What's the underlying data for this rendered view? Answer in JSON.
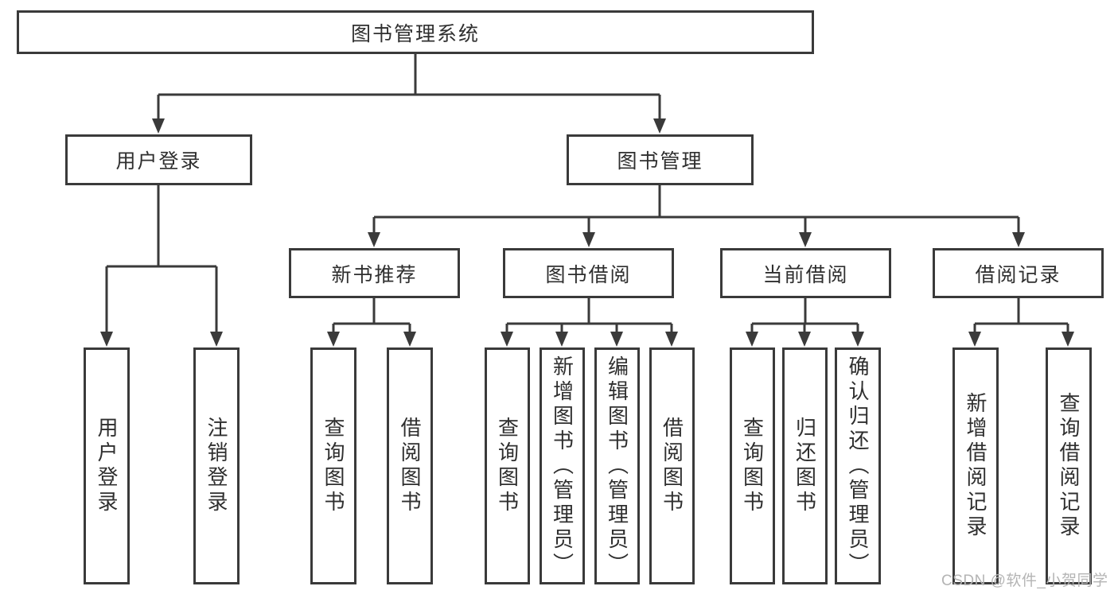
{
  "diagram": {
    "tree": {
      "label": "图书管理系统",
      "children": [
        {
          "label": "用户登录",
          "children": [
            {
              "label": "用户登录"
            },
            {
              "label": "注销登录"
            }
          ]
        },
        {
          "label": "图书管理",
          "children": [
            {
              "label": "新书推荐",
              "children": [
                {
                  "label": "查询图书"
                },
                {
                  "label": "借阅图书"
                }
              ]
            },
            {
              "label": "图书借阅",
              "children": [
                {
                  "label": "查询图书"
                },
                {
                  "label": "新增图书（管理员）"
                },
                {
                  "label": "编辑图书（管理员）"
                },
                {
                  "label": "借阅图书"
                }
              ]
            },
            {
              "label": "当前借阅",
              "children": [
                {
                  "label": "查询图书"
                },
                {
                  "label": "归还图书"
                },
                {
                  "label": "确认归还（管理员）"
                }
              ]
            },
            {
              "label": "借阅记录",
              "children": [
                {
                  "label": "新增借阅记录"
                },
                {
                  "label": "查询借阅记录"
                }
              ]
            }
          ]
        }
      ]
    }
  },
  "watermark": {
    "text": "CSDN @软件_小贺同学"
  },
  "colors": {
    "line": "#3a3a3a",
    "text": "#2f2f2f",
    "watermark": "#b4b4b4",
    "background": "#ffffff"
  }
}
